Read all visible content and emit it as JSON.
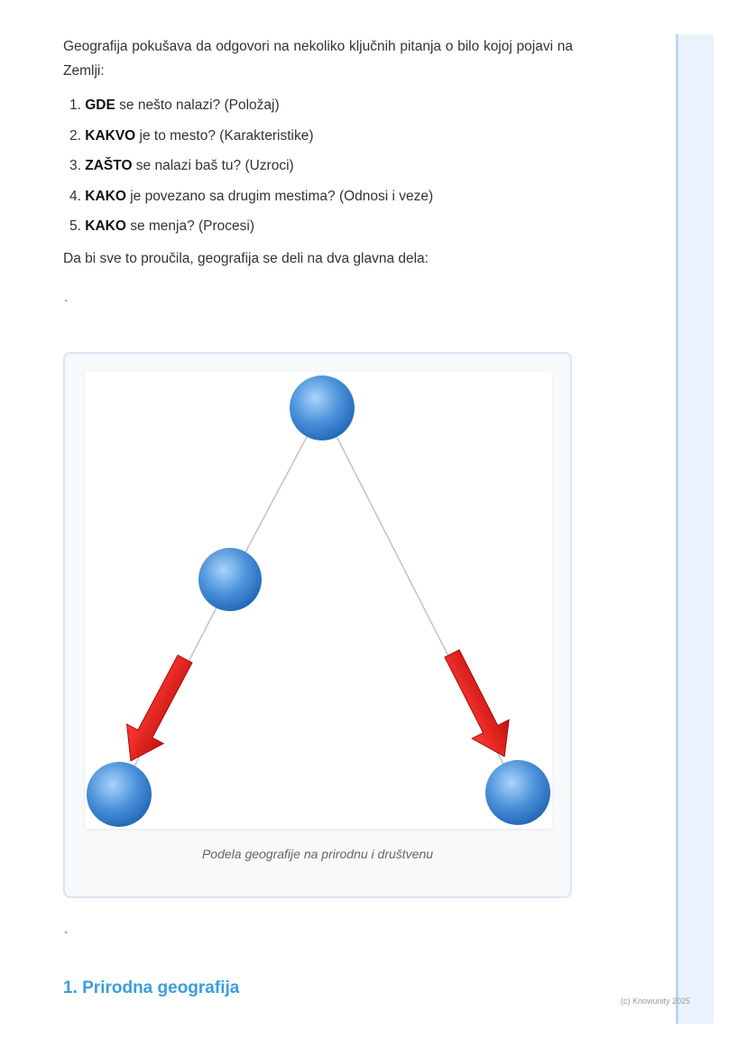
{
  "intro": "Geografija pokušava da odgovori na nekoliko ključnih pitanja o bilo kojoj pojavi na Zemlji:",
  "questions": [
    {
      "num": "1.",
      "key": "GDE",
      "rest": " se nešto nalazi? (Položaj)"
    },
    {
      "num": "2.",
      "key": "KAKVO",
      "rest": " je to mesto? (Karakteristike)"
    },
    {
      "num": "3.",
      "key": "ZAŠTO",
      "rest": " se nalazi baš tu? (Uzroci)"
    },
    {
      "num": "4.",
      "key": "KAKO",
      "rest": " je povezano sa drugim mestima? (Odnosi i veze)"
    },
    {
      "num": "5.",
      "key": "KAKO",
      "rest": " se menja? (Procesi)"
    }
  ],
  "subintro": "Da bi sve to proučila, geografija se deli na dva glavna dela:",
  "separator": "`",
  "figure": {
    "caption": "Podela geografije na prirodnu i društvenu",
    "node_color": "#4a90d9",
    "arrow_color": "#e8221e"
  },
  "section_heading": "1. Prirodna geografija",
  "footer": "(c) Knowunity 2025"
}
